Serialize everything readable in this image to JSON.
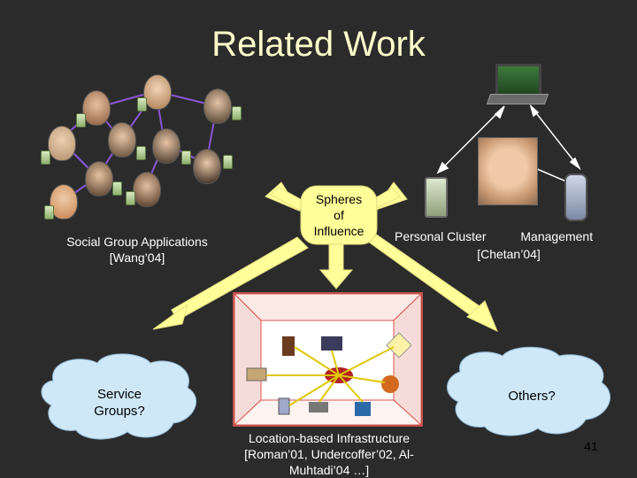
{
  "slide": {
    "title": "Related Work",
    "page_number": "41",
    "center_label": "Spheres\nof\nInfluence",
    "social_label": "Social Group Applications\n[Wang’04]",
    "cluster_label_1": "Personal Cluster          Management",
    "cluster_label_2": "[Chetan’04]",
    "location_label": "Location-based Infrastructure\n[Roman’01, Undercoffer’02, Al-\nMuhtadi’04 …]",
    "service_cloud": "Service\nGroups?",
    "others_cloud": "Others?"
  },
  "colors": {
    "background": "#2b2b2b",
    "title": "#ffffcc",
    "arrow_fill": "#ffff99",
    "cloud_fill": "#cfe8f7",
    "network_line": "#8a56d8"
  },
  "icons": [
    "person-photo",
    "pda-device",
    "laptop",
    "mobile-phone",
    "room-scene"
  ]
}
